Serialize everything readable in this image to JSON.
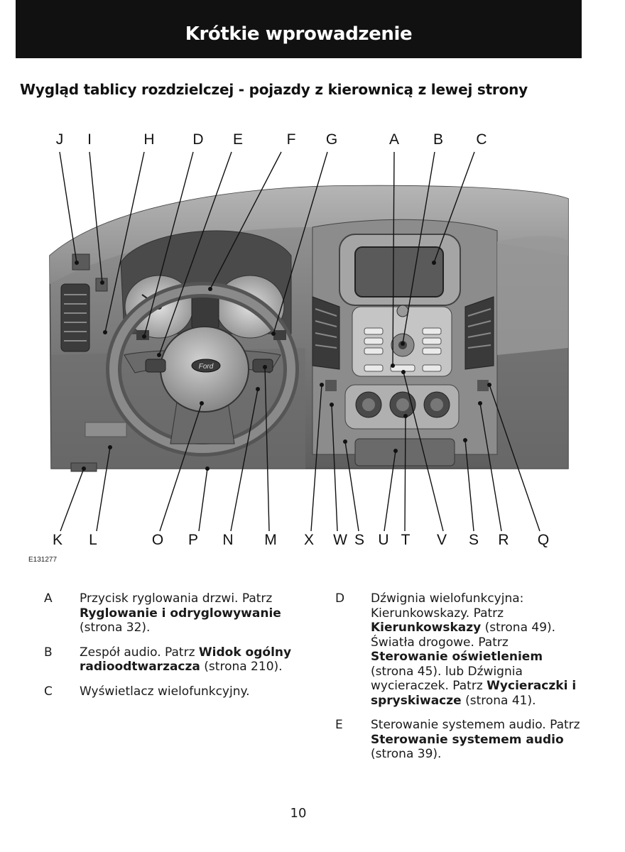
{
  "header": {
    "title": "Krótkie wprowadzenie"
  },
  "section_title": "Wygląd tablicy rozdzielczej - pojazdy z kierownicą z lewej strony",
  "figure": {
    "id": "E131277",
    "steering_logo": "Ford",
    "top_labels": [
      "J",
      "I",
      "H",
      "D",
      "E",
      "F",
      "G",
      "A",
      "B",
      "C"
    ],
    "bottom_labels": [
      "K",
      "L",
      "O",
      "P",
      "N",
      "M",
      "X",
      "W",
      "S",
      "U",
      "T",
      "V",
      "S",
      "R",
      "Q"
    ]
  },
  "legend_left": [
    {
      "letter": "A",
      "segments": [
        {
          "t": "Przycisk ryglowania drzwi.  Patrz ",
          "b": false
        },
        {
          "t": "Ryglowanie i odryglowywanie",
          "b": true
        },
        {
          "t": " (strona 32).",
          "b": false
        }
      ]
    },
    {
      "letter": "B",
      "segments": [
        {
          "t": "Zespół audio.  Patrz ",
          "b": false
        },
        {
          "t": "Widok ogólny radioodtwarzacza",
          "b": true
        },
        {
          "t": " (strona 210).",
          "b": false
        }
      ]
    },
    {
      "letter": "C",
      "segments": [
        {
          "t": "Wyświetlacz wielofunkcyjny.",
          "b": false
        }
      ]
    }
  ],
  "legend_right": [
    {
      "letter": "D",
      "segments": [
        {
          "t": "Dźwignia wielofunkcyjna: Kierunkowskazy.  Patrz ",
          "b": false
        },
        {
          "t": "Kierunkowskazy",
          "b": true
        },
        {
          "t": " (strona 49).  Światła drogowe.  Patrz ",
          "b": false
        },
        {
          "t": "Sterowanie oświetleniem",
          "b": true
        },
        {
          "t": " (strona 45).  lub Dźwignia wycieraczek. Patrz ",
          "b": false
        },
        {
          "t": "Wycieraczki i spryskiwacze",
          "b": true
        },
        {
          "t": " (strona 41).",
          "b": false
        }
      ]
    },
    {
      "letter": "E",
      "segments": [
        {
          "t": "Sterowanie systemem audio. Patrz ",
          "b": false
        },
        {
          "t": "Sterowanie systemem audio",
          "b": true
        },
        {
          "t": " (strona 39).",
          "b": false
        }
      ]
    }
  ],
  "page_number": "10"
}
